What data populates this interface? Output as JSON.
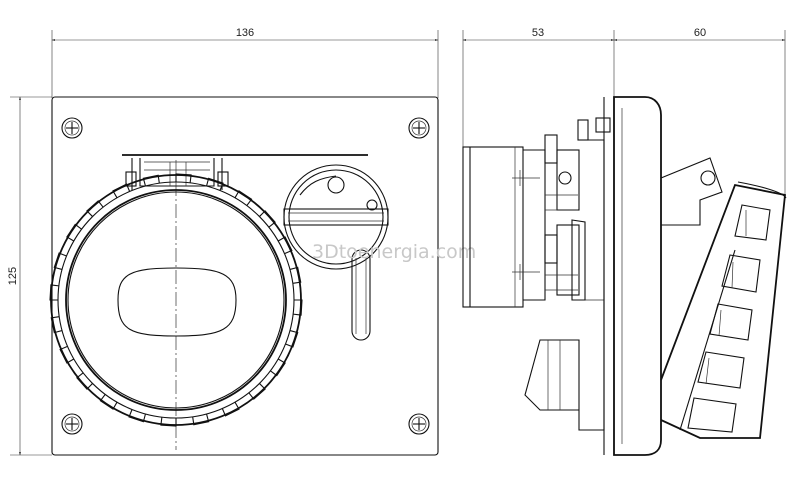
{
  "dimensions": {
    "front_width": "136",
    "front_height": "125",
    "side_depth_back": "53",
    "side_depth_front": "60"
  },
  "watermark": "3Dtoenergia.com"
}
